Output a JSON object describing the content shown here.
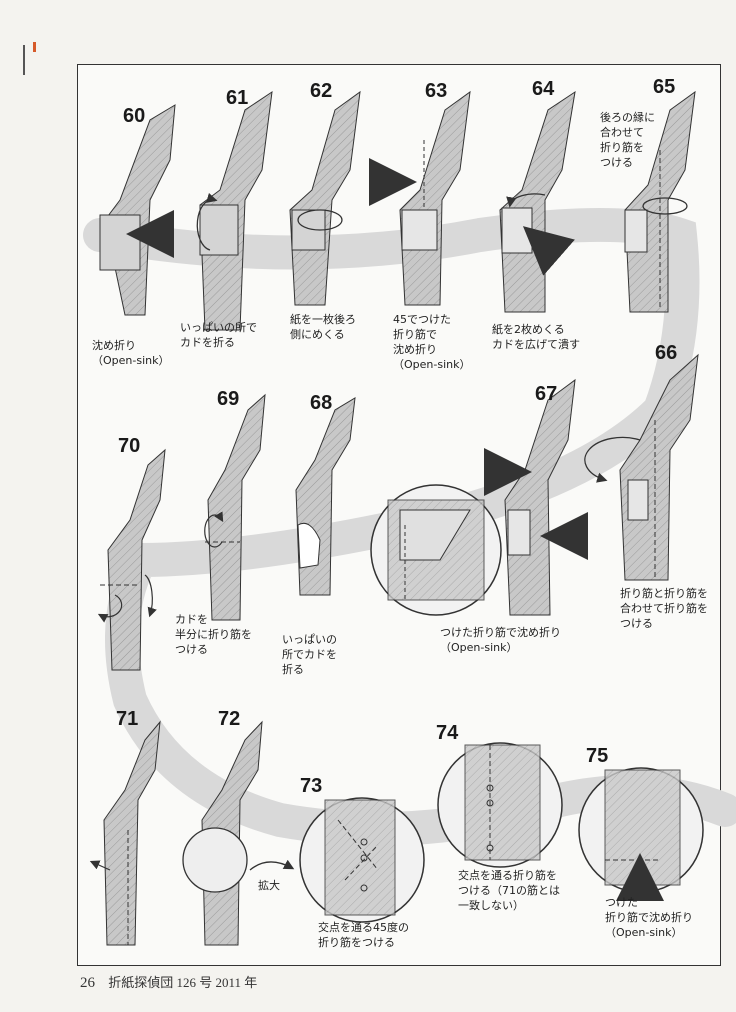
{
  "page": {
    "number": "26",
    "publication": "折紙探偵団 126 号 2011 年"
  },
  "steps": [
    {
      "num": "60",
      "caption": "沈め折り\n（Open-sink）"
    },
    {
      "num": "61",
      "caption": "いっぱいの所で\nカドを折る"
    },
    {
      "num": "62",
      "caption": "紙を一枚後ろ\n側にめくる"
    },
    {
      "num": "63",
      "caption": "45でつけた\n折り筋で\n沈め折り\n（Open-sink）"
    },
    {
      "num": "64",
      "caption": "紙を2枚めくる\nカドを広げて潰す"
    },
    {
      "num": "65",
      "caption": "後ろの縁に\n合わせて\n折り筋を\nつける"
    },
    {
      "num": "66",
      "caption": "折り筋と折り筋を\n合わせて折り筋を\nつける"
    },
    {
      "num": "67",
      "caption": "つけた折り筋で沈め折り\n（Open-sink）"
    },
    {
      "num": "68",
      "caption": "いっぱいの\n所でカドを\n折る"
    },
    {
      "num": "69",
      "caption": "カドを\n半分に折り筋を\nつける"
    },
    {
      "num": "70",
      "caption": ""
    },
    {
      "num": "71",
      "caption": ""
    },
    {
      "num": "72",
      "caption": "拡大"
    },
    {
      "num": "73",
      "caption": "交点を通る45度の\n折り筋をつける"
    },
    {
      "num": "74",
      "caption": "交点を通る折り筋を\nつける（71の筋とは\n一致しない）"
    },
    {
      "num": "75",
      "caption": "つけた\n折り筋で沈め折り\n（Open-sink）"
    }
  ]
}
